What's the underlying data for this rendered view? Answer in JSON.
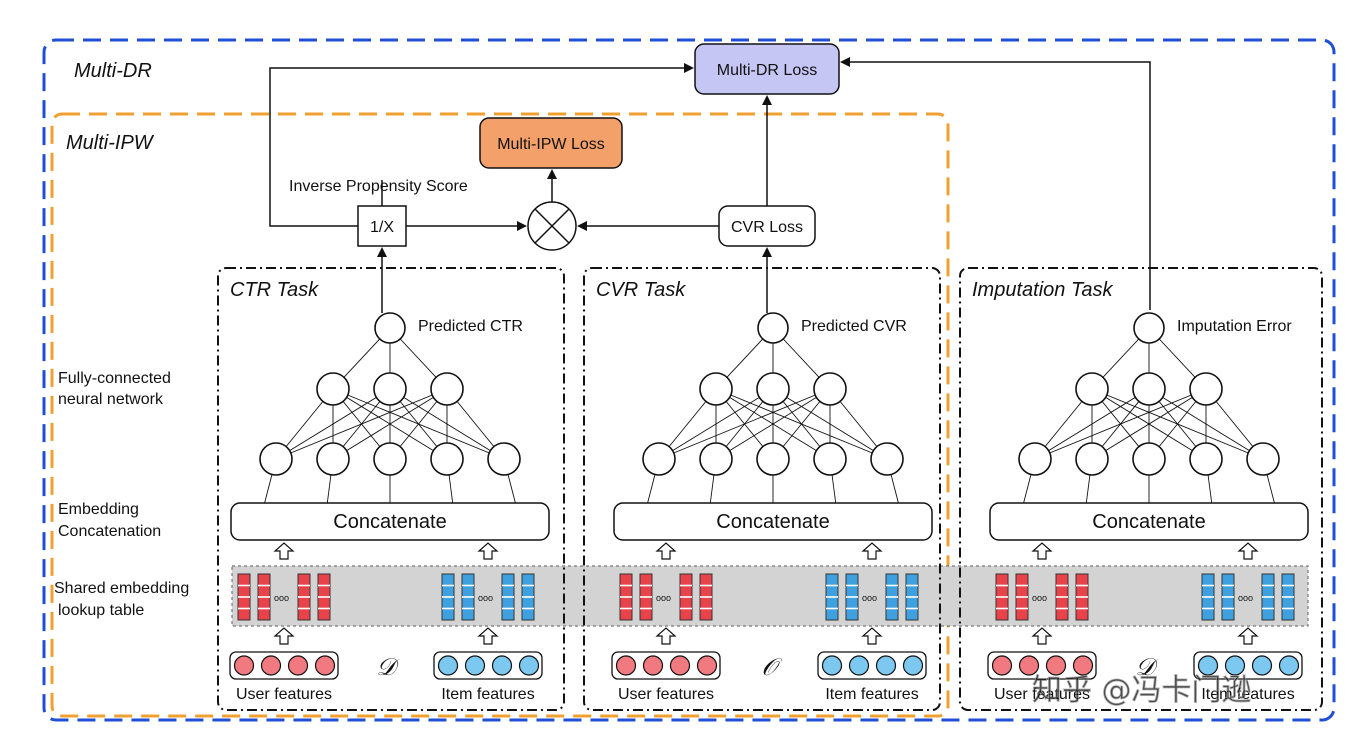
{
  "outer": {
    "multi_dr_label": "Multi-DR",
    "multi_ipw_label": "Multi-IPW"
  },
  "losses": {
    "multi_dr": "Multi-DR Loss",
    "multi_ipw": "Multi-IPW Loss",
    "cvr": "CVR Loss",
    "inverse_box": "1/X",
    "ips_label": "Inverse Propensity Score"
  },
  "side_labels": {
    "fc": [
      "Fully-connected",
      "neural network"
    ],
    "emb_concat": [
      "Embedding",
      "Concatenation"
    ],
    "shared": [
      "Shared embedding",
      "lookup table"
    ]
  },
  "tasks": [
    {
      "title": "CTR Task",
      "output_label": "Predicted CTR",
      "concat": "Concatenate",
      "user": "User features",
      "item": "Item features",
      "space": "𝒟"
    },
    {
      "title": "CVR Task",
      "output_label": "Predicted CVR",
      "concat": "Concatenate",
      "user": "User features",
      "item": "Item features",
      "space": "𝒪"
    },
    {
      "title": "Imputation Task",
      "output_label": "Imputation Error",
      "concat": "Concatenate",
      "user": "User features",
      "item": "Item features",
      "space": "𝒟"
    }
  ],
  "dots": "ooo",
  "colors": {
    "dr_border": "#1f4fd6",
    "ipw_border": "#f0a030",
    "dr_loss_fill": "#c6c6f5",
    "ipw_loss_fill": "#f4a06a",
    "user_red": "#e8434b",
    "item_blue": "#3fa0e0",
    "user_circle": "#f07a80",
    "item_circle": "#7cc8f0",
    "emb_table": "#d3d3d3"
  },
  "watermark": "知乎 @冯卡门逊"
}
